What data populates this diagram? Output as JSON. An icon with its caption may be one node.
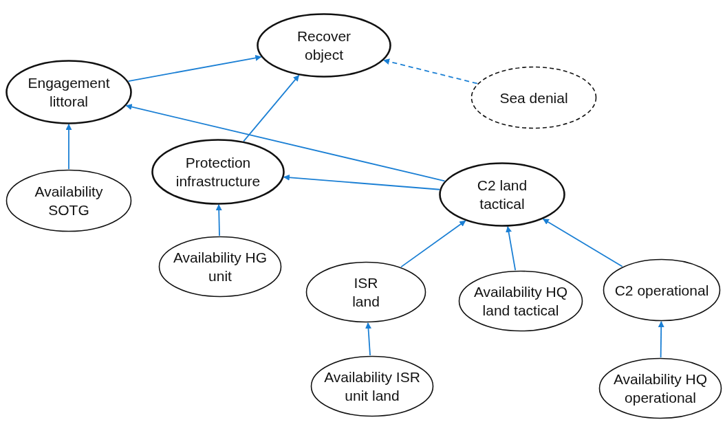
{
  "diagram": {
    "nodes": [
      {
        "text": [
          "Recover object"
        ]
      },
      {
        "text": [
          "Engagement littoral"
        ]
      },
      {
        "text": [
          "Sea denial"
        ]
      },
      {
        "text": [
          "Protection infrastructure"
        ]
      },
      {
        "text": [
          "C2 land tactical"
        ]
      },
      {
        "text": [
          "Availability SOTG"
        ]
      },
      {
        "text": [
          "Availability HG unit"
        ]
      },
      {
        "text": [
          "ISR land"
        ]
      },
      {
        "text": [
          "Availability HQ land tactical"
        ]
      },
      {
        "text": [
          "C2 operational"
        ]
      },
      {
        "text": [
          "Availability ISR unit land"
        ]
      },
      {
        "text": [
          "Availability HQ operational"
        ]
      }
    ],
    "edges": [
      {
        "from": 1,
        "to": 0,
        "arrow": "to"
      },
      {
        "from": 3,
        "to": 0,
        "arrow": "to"
      },
      {
        "from": 2,
        "to": 0,
        "arrow": "to",
        "style": "dashed"
      },
      {
        "from": 4,
        "to": 1,
        "arrow": "to"
      },
      {
        "from": 4,
        "to": 3,
        "arrow": "to"
      },
      {
        "from": 5,
        "to": 1,
        "arrow": "to"
      },
      {
        "from": 6,
        "to": 3,
        "arrow": "to"
      },
      {
        "from": 7,
        "to": 4,
        "arrow": "to"
      },
      {
        "from": 8,
        "to": 4,
        "arrow": "to"
      },
      {
        "from": 9,
        "to": 4,
        "arrow": "to"
      },
      {
        "from": 10,
        "to": 7,
        "arrow": "to"
      },
      {
        "from": 11,
        "to": 9,
        "arrow": "to"
      }
    ]
  }
}
